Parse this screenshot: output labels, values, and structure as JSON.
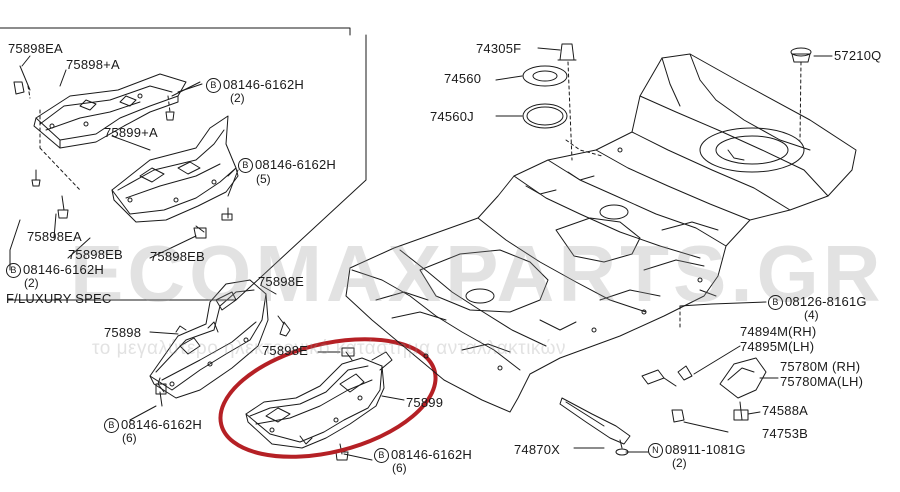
{
  "labels": {
    "l_75898ea_top": "75898EA",
    "l_75898a": "75898+A",
    "l_bolt1": "08146-6162H",
    "l_bolt1_qty": "(2)",
    "l_75899a": "75899+A",
    "l_bolt2": "08146-6162H",
    "l_bolt2_qty": "(5)",
    "l_75898ea_left": "75898EA",
    "l_75898eb_1": "75898EB",
    "l_75898eb_2": "75898EB",
    "l_bolt3": "08146-6162H",
    "l_bolt3_qty": "(2)",
    "l_fluxury": "F/LUXURY SPEC",
    "l_75898e_1": "75898E",
    "l_75898": "75898",
    "l_75898e_2": "75898E",
    "l_75899": "75899",
    "l_bolt4": "08146-6162H",
    "l_bolt4_qty": "(6)",
    "l_bolt5": "08146-6162H",
    "l_bolt5_qty": "(6)",
    "l_74305f": "74305F",
    "l_74560": "74560",
    "l_74560j": "74560J",
    "l_57210q": "57210Q",
    "l_bolt6": "08126-8161G",
    "l_bolt6_qty": "(4)",
    "l_74894m": "74894M(RH)",
    "l_74895m": "74895M(LH)",
    "l_75780m": "75780M (RH)",
    "l_75780ma": "75780MA(LH)",
    "l_74588a": "74588A",
    "l_74753b": "74753B",
    "l_74870x": "74870X",
    "l_nut": "08911-1081G",
    "l_nut_qty": "(2)"
  },
  "symbols": {
    "bolt": "B",
    "nut": "N"
  },
  "watermark": {
    "main": "ECOMAXPARTS.GR",
    "sub": "το μεγαλύτερο ηλεκτρονικό κατάστημα ανταλλακτικών"
  },
  "colors": {
    "highlight": "#b52025",
    "line": "#1a1a1a"
  }
}
